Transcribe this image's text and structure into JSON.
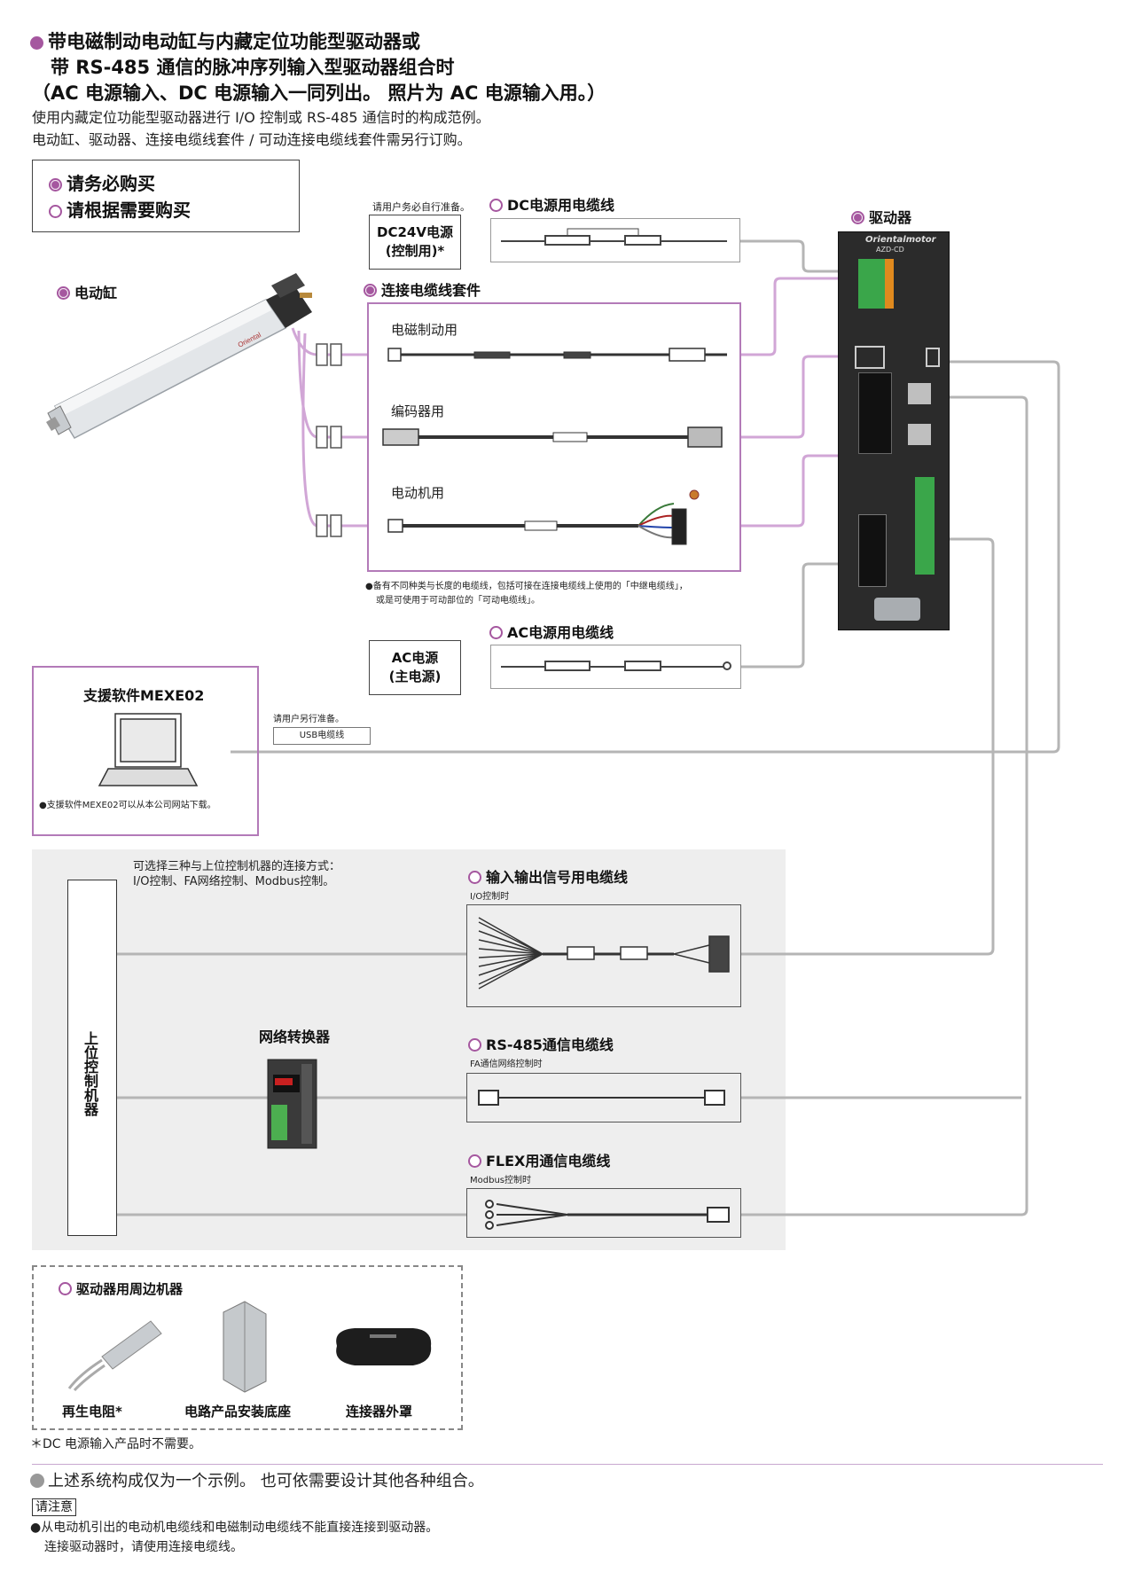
{
  "header": {
    "title_line1": "带电磁制动电动缸与内藏定位功能型驱动器或",
    "title_line2": "带 RS-485 通信的脉冲序列输入型驱动器组合时",
    "title_line3": "（AC 电源输入、DC 电源输入一同列出。 照片为 AC 电源输入用。）",
    "desc_line1": "使用内藏定位功能型驱动器进行 I/O 控制或 RS-485 通信时的构成范例。",
    "desc_line2": "电动缸、驱动器、连接电缆线套件 / 可动连接电缆线套件需另行订购。"
  },
  "legend": {
    "required": "请务必购买",
    "optional": "请根据需要购买"
  },
  "components": {
    "actuator": "电动缸",
    "driver": "驱动器",
    "driver_brand": "Orientalmotor",
    "driver_model": "AZD-CD",
    "dc_supply_note": "请用户务必自行准备。",
    "dc_supply_label_1": "DC24V电源",
    "dc_supply_label_2": "(控制用)*",
    "dc_cable": "DC电源用电缆线",
    "cable_kit": "连接电缆线套件",
    "kit_brake": "电磁制动用",
    "kit_encoder": "编码器用",
    "kit_motor": "电动机用",
    "kit_note_1": "●备有不同种类与长度的电缆线，包括可接在连接电缆线上使用的「中继电缆线」，",
    "kit_note_2": "或是可使用于可动部位的「可动电缆线」。",
    "ac_cable": "AC电源用电缆线",
    "ac_supply_1": "AC电源",
    "ac_supply_2": "(主电源)",
    "software_title": "支援软件MEXE02",
    "software_note": "●支援软件MEXE02可以从本公司网站下载。",
    "usb_note": "请用户另行准备。",
    "usb_cable": "USB电缆线"
  },
  "host": {
    "methods_1": "可选择三种与上位控制机器的连接方式：",
    "methods_2": "I/O控制、FA网络控制、Modbus控制。",
    "host_label": "上位控制机器",
    "converter": "网络转换器",
    "io_cable": "输入输出信号用电缆线",
    "io_sub": "I/O控制时",
    "rs485_cable": "RS-485通信电缆线",
    "rs485_sub": "FA通信网络控制时",
    "flex_cable": "FLEX用通信电缆线",
    "flex_sub": "Modbus控制时"
  },
  "peripherals": {
    "title": "驱动器用周边机器",
    "item1": "再生电阻*",
    "item2": "电路产品安装底座",
    "item3": "连接器外罩"
  },
  "footer": {
    "asterisk_note": "＊DC 电源输入产品时不需要。",
    "example_note": "上述系统构成仅为一个示例。 也可依需要设计其他各种组合。",
    "caution_label": "请注意",
    "caution_1": "●从电动机引出的电动机电缆线和电磁制动电缆线不能直接连接到驱动器。",
    "caution_2": "连接驱动器时，请使用连接电缆线。"
  },
  "colors": {
    "accent": "#a5579f",
    "line": "#b0b0b0",
    "pink_line": "#c89ad0",
    "box_border": "#444444",
    "gray_bg": "#eeeeee",
    "driver_body": "#2b2b2b"
  }
}
